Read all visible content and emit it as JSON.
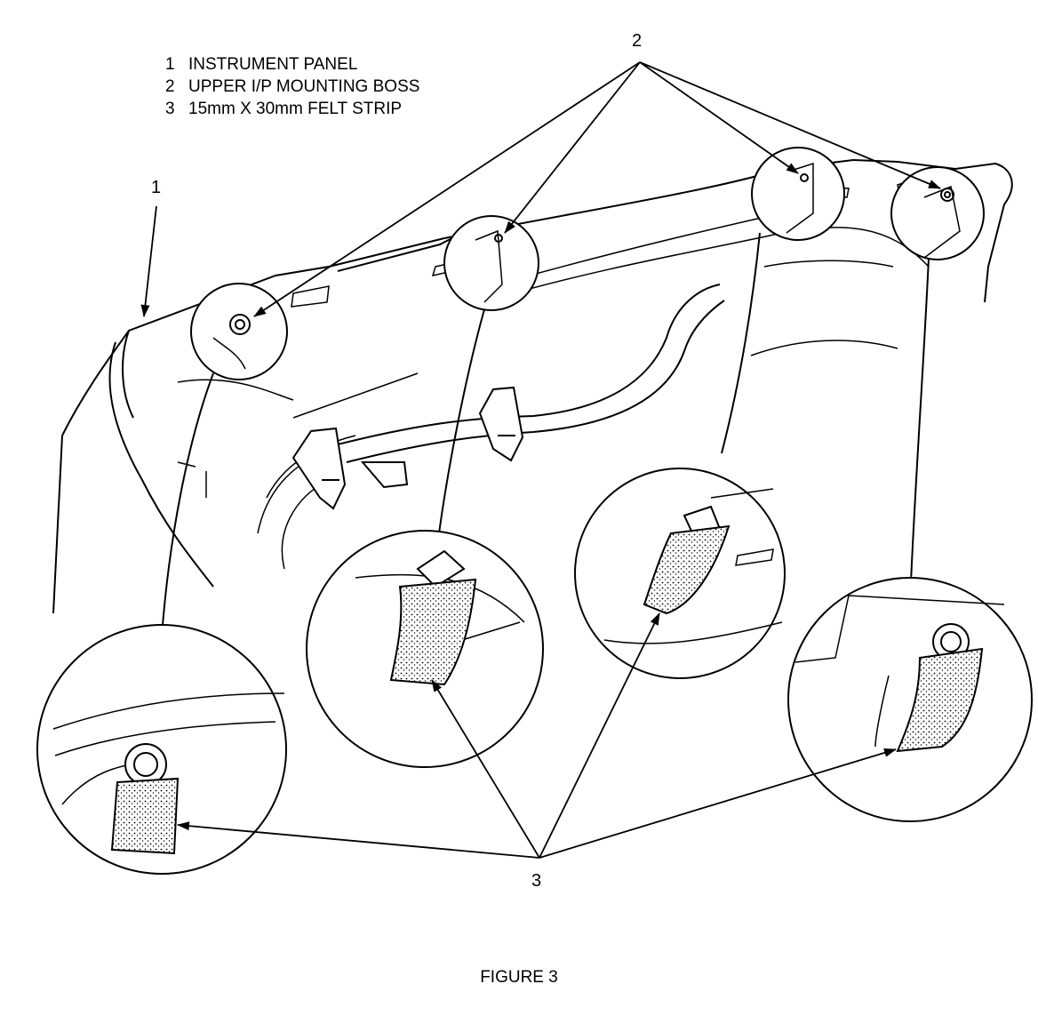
{
  "legend": [
    {
      "num": "1",
      "text": "INSTRUMENT PANEL"
    },
    {
      "num": "2",
      "text": "UPPER I/P MOUNTING BOSS"
    },
    {
      "num": "3",
      "text": "15mm X 30mm FELT STRIP"
    }
  ],
  "callouts": {
    "one": "1",
    "two": "2",
    "three": "3"
  },
  "caption": "FIGURE 3"
}
